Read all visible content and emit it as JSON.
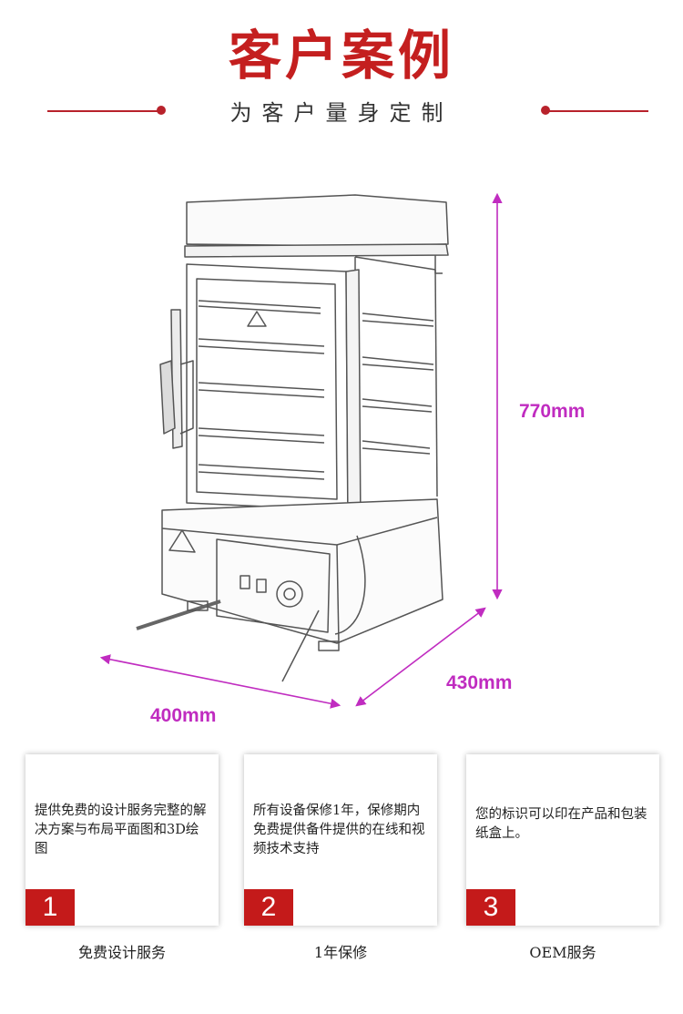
{
  "header": {
    "title": "客户案例",
    "subtitle": "为客户量身定制"
  },
  "dimensions": {
    "height": "770mm",
    "depth": "430mm",
    "width": "400mm"
  },
  "colors": {
    "title_red": "#c41f1f",
    "dimension_magenta": "#c02cc0",
    "badge_red": "#c41a1a"
  },
  "cards": [
    {
      "number": "1",
      "text": "提供免费的设计服务完整的解决方案与布局平面图和3D绘图",
      "caption": "免费设计服务"
    },
    {
      "number": "2",
      "text": "所有设备保修1年，保修期内免费提供备件提供的在线和视频技术支持",
      "caption": "1年保修"
    },
    {
      "number": "3",
      "text": "您的标识可以印在产品和包装纸盒上。",
      "caption": "OEM服务"
    }
  ]
}
